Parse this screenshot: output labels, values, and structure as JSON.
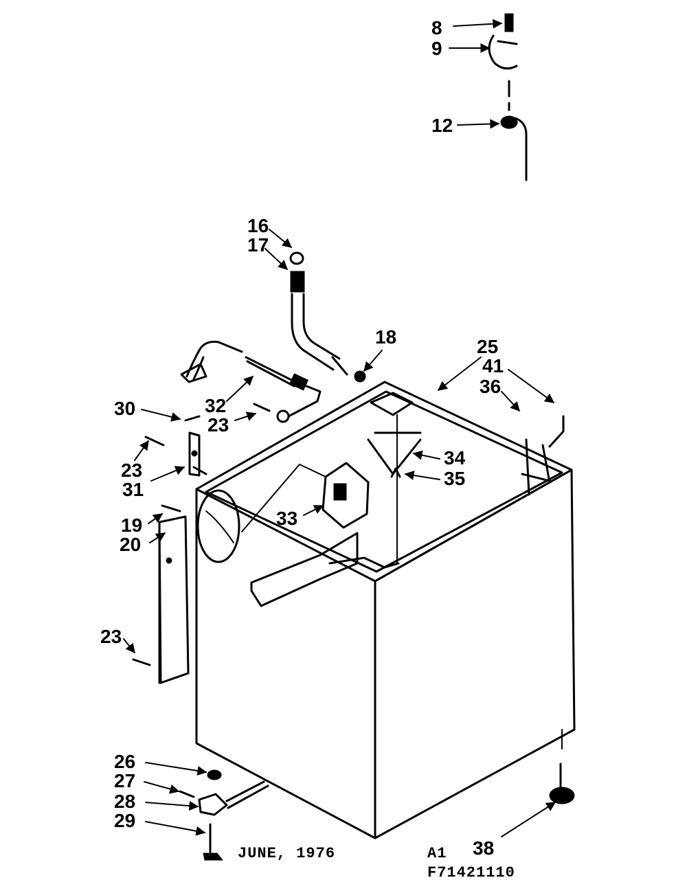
{
  "diagram": {
    "callouts": {
      "c8": "8",
      "c9": "9",
      "c12": "12",
      "c16": "16",
      "c17": "17",
      "c18": "18",
      "c25": "25",
      "c41": "41",
      "c36": "36",
      "c30": "30",
      "c32": "32",
      "c23a": "23",
      "c23b": "23",
      "c31": "31",
      "c34": "34",
      "c35": "35",
      "c19": "19",
      "c20": "20",
      "c33": "33",
      "c23c": "23",
      "c26": "26",
      "c27": "27",
      "c28": "28",
      "c29": "29",
      "c38": "38"
    },
    "footer": {
      "date": "JUNE, 1976",
      "sheet": "A1",
      "code": "F71421110"
    }
  }
}
